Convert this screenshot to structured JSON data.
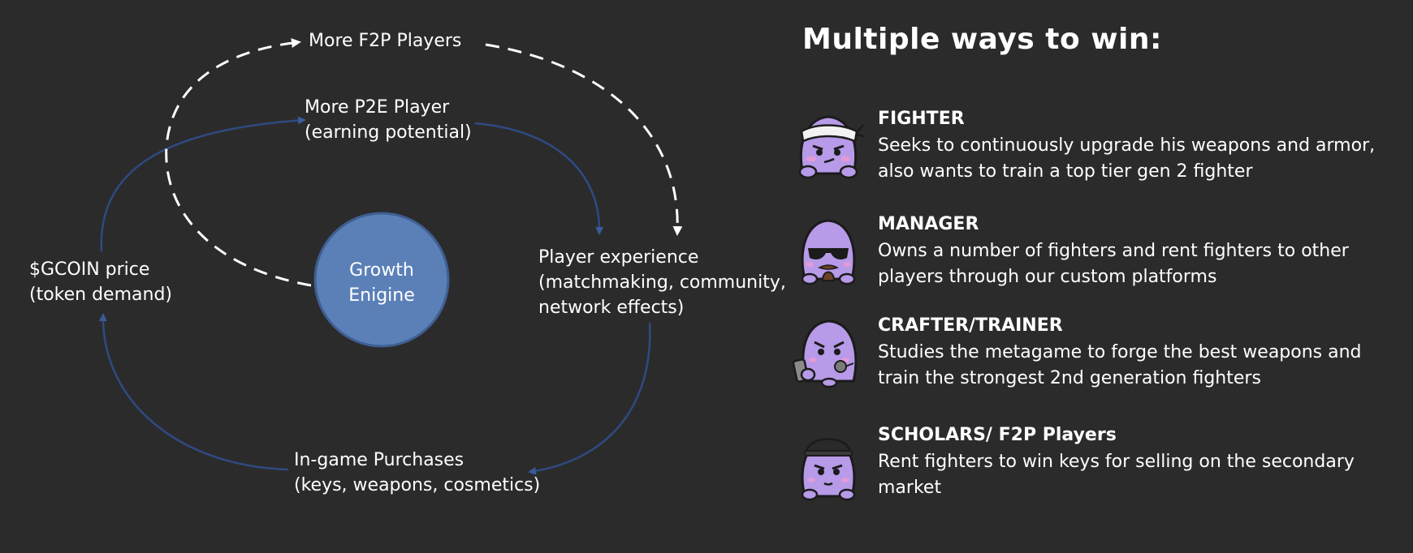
{
  "diagram": {
    "labels": {
      "more_f2p": "More F2P Players",
      "more_p2e_line1": "More P2E Player",
      "more_p2e_line2": "(earning potential)",
      "player_exp_line1": "Player experience",
      "player_exp_line2": "(matchmaking, community,",
      "player_exp_line3": "network effects)",
      "purchases_line1": "In-game Purchases",
      "purchases_line2": "(keys, weapons, cosmetics)",
      "gcoin_line1": "$GCOIN price",
      "gcoin_line2": "(token demand)",
      "center_line1": "Growth",
      "center_line2": "Enigine"
    },
    "colors": {
      "loop_arrow": "#2f4a82",
      "dashed_arrow": "#ffffff",
      "circle_fill": "#5b80b8",
      "circle_stroke": "#3f5f92"
    }
  },
  "panel": {
    "heading": "Multiple ways to win:",
    "roles": [
      {
        "title": "FIGHTER",
        "description": "Seeks to continuously upgrade his weapons and armor, also wants to train a top tier gen 2 fighter",
        "icon": "fighter-headband-icon"
      },
      {
        "title": "MANAGER",
        "description": "Owns a number of fighters and rent fighters to other players through our custom platforms",
        "icon": "manager-sunglasses-icon"
      },
      {
        "title": "CRAFTER/TRAINER",
        "description": "Studies the metagame to forge the best weapons and train the strongest 2nd generation fighters",
        "icon": "crafter-phone-icon"
      },
      {
        "title": "SCHOLARS/ F2P Players",
        "description": "Rent fighters to win keys for selling on the secondary market",
        "icon": "scholar-cap-icon"
      }
    ],
    "colors": {
      "avatar_body": "#b79ae8",
      "avatar_outline": "#1b1b1b",
      "avatar_cheek": "#e29ad8"
    }
  }
}
